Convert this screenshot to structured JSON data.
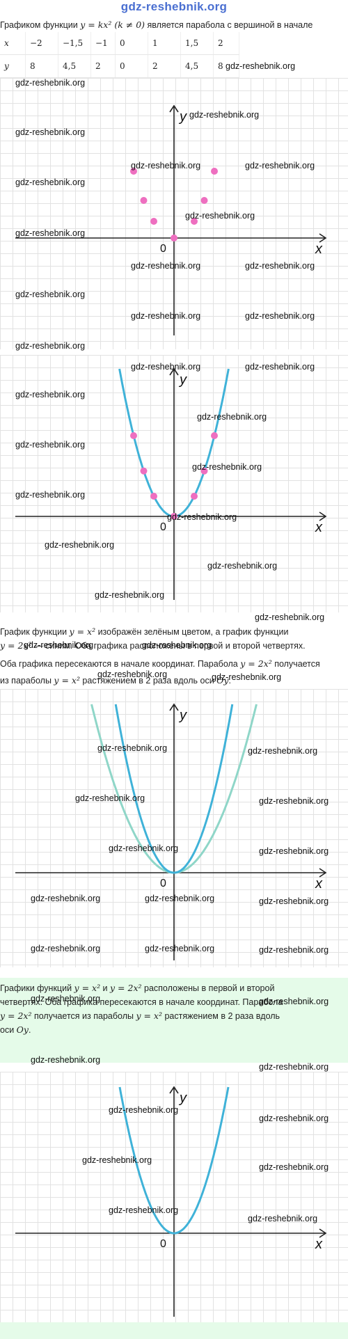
{
  "site": {
    "title": "gdz-reshebnik.org",
    "watermark": "gdz-reshebnik.org"
  },
  "intro": {
    "text_before": "Графиком функции ",
    "formula": "y = kx² (k ≠ 0)",
    "text_after": " является парабола с вершиной в начале"
  },
  "table": {
    "x_label": "x",
    "y_label": "y",
    "x_values": [
      "−2",
      "−1,5",
      "−1",
      "0",
      "1",
      "1,5",
      "2"
    ],
    "y_values": [
      "8",
      "4,5",
      "2",
      "0",
      "2",
      "4,5",
      "8"
    ]
  },
  "graph_labels": {
    "x": "x",
    "y": "y",
    "origin": "0"
  },
  "paragraph1": {
    "line1_before": "График функции ",
    "line1_formula1": "y = x²",
    "line1_after": " изображён зелёным цветом, а график функции",
    "line2_formula": "y = 2x²",
    "line2_after": " — синим. Оба графика расположены в первой и второй четвертях.",
    "line3_before": "Оба графика пересекаются в начале координат. Парабола ",
    "line3_formula": "y = 2x²",
    "line3_after": " получается",
    "line4_before": "из параболы ",
    "line4_formula": "y = x²",
    "line4_after": " растяжением в 2 раза вдоль оси ",
    "line4_axis": "Oy",
    "line4_end": "."
  },
  "paragraph2": {
    "line1_before": "Графики функций ",
    "line1_f1": "y = x²",
    "line1_mid": " и ",
    "line1_f2": "y = 2x²",
    "line1_after": " расположены в первой и второй",
    "line2": "четвертях. Оба графика пересекаются в начале координат. Парабола",
    "line3_f1": "y = 2x²",
    "line3_mid": " получается из параболы ",
    "line3_f2": "y = x²",
    "line3_after": " растяжением в 2 раза вдоль",
    "line4_before": "оси ",
    "line4_axis": "Oy",
    "line4_end": "."
  },
  "colors": {
    "point": "#ee6fc0",
    "parabola_blue": "#3fb2d8",
    "parabola_green": "#8fd6c8",
    "highlight": "#e5fbe9"
  },
  "chart_data": [
    {
      "type": "scatter",
      "title": "",
      "x": [
        -2,
        -1.5,
        -1,
        0,
        1,
        1.5,
        2
      ],
      "y": [
        8,
        4.5,
        2,
        0,
        2,
        4.5,
        8
      ],
      "xlabel": "x",
      "ylabel": "y"
    },
    {
      "type": "line",
      "series": [
        {
          "function": "y = 2x²",
          "color": "#3fb2d8",
          "x": [
            -2,
            -1.5,
            -1,
            0,
            1,
            1.5,
            2
          ],
          "y": [
            8,
            4.5,
            2,
            0,
            2,
            4.5,
            8
          ]
        }
      ],
      "xlabel": "x",
      "ylabel": "y"
    },
    {
      "type": "line",
      "series": [
        {
          "function": "y = x²",
          "color": "#8fd6c8"
        },
        {
          "function": "y = 2x²",
          "color": "#3fb2d8"
        }
      ],
      "xlabel": "x",
      "ylabel": "y"
    },
    {
      "type": "line",
      "series": [
        {
          "function": "y = 2x²",
          "color": "#3fb2d8"
        }
      ],
      "xlabel": "x",
      "ylabel": "y"
    }
  ]
}
